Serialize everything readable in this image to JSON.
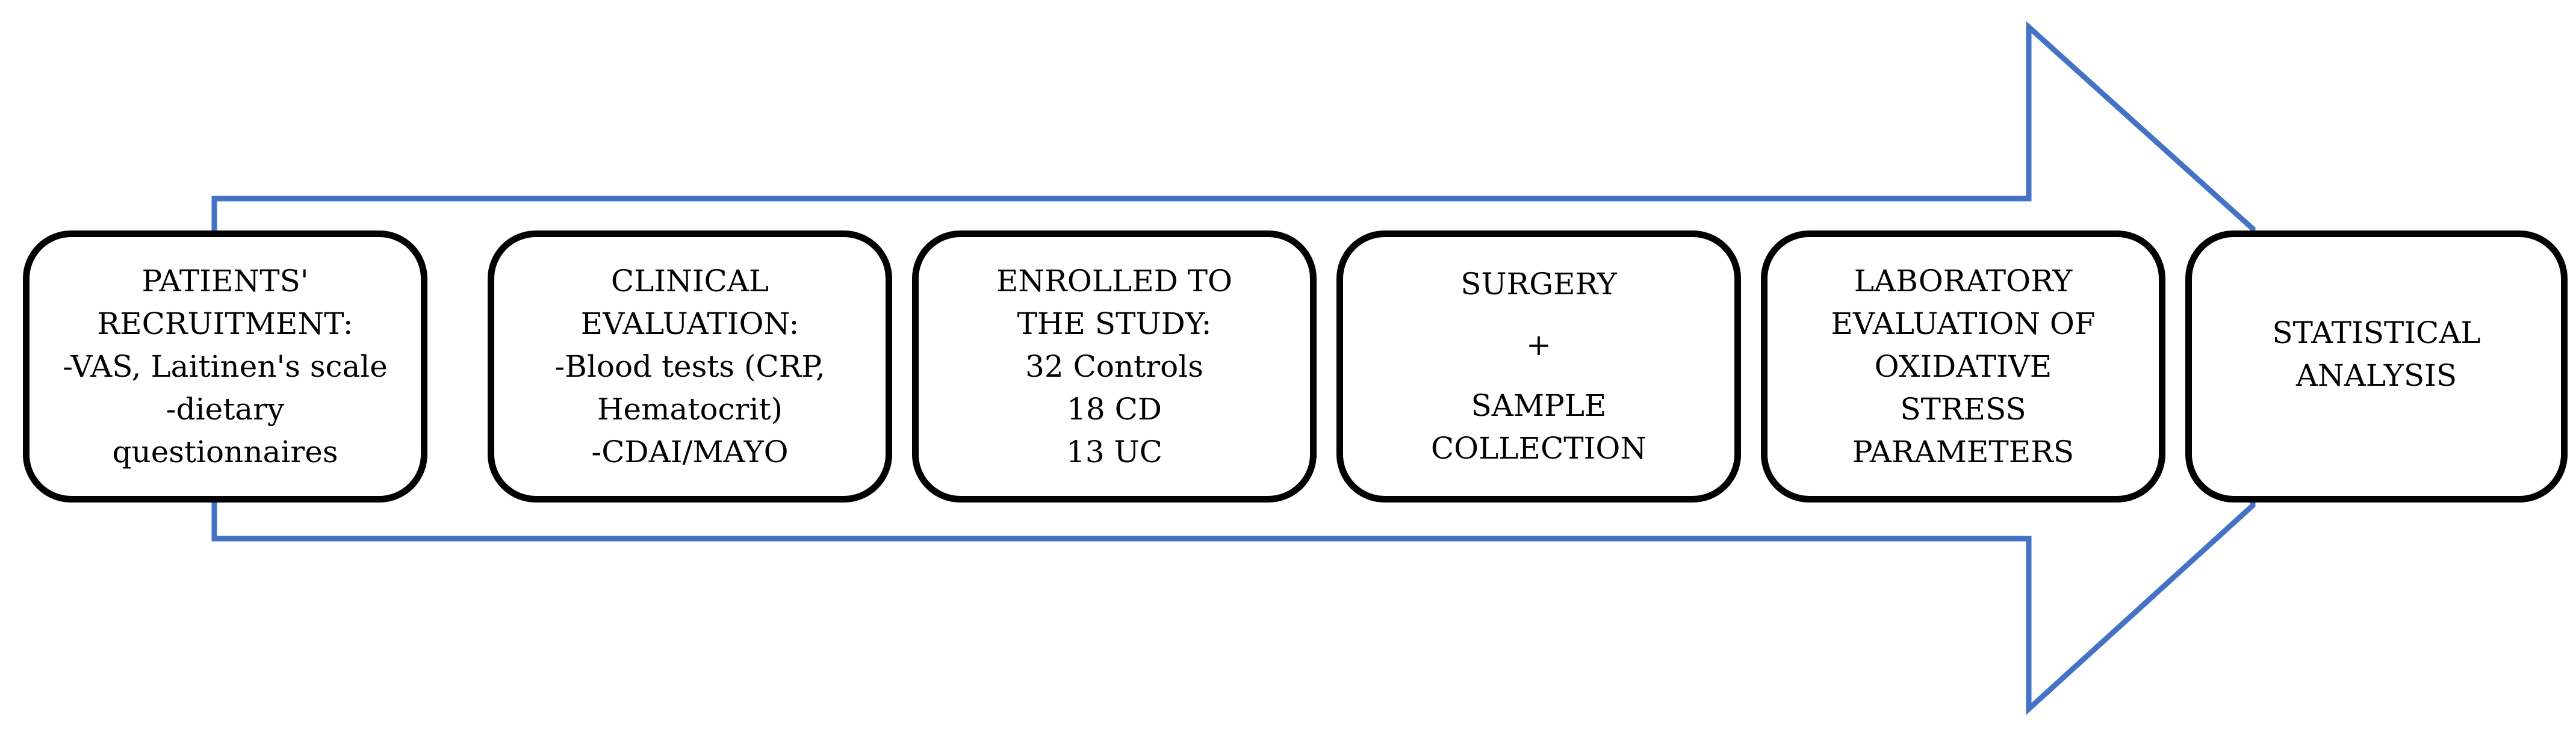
{
  "colors": {
    "arrow_outline": "#4472c4",
    "box_border": "#000000",
    "background": "#ffffff",
    "text": "#000000"
  },
  "arrow": {
    "icon": "right-arrow-outline"
  },
  "steps": [
    {
      "lines": [
        "PATIENTS'",
        "RECRUITMENT:",
        "-VAS, Laitinen's scale",
        "-dietary",
        "questionnaires"
      ]
    },
    {
      "lines": [
        "CLINICAL",
        "EVALUATION:",
        "-Blood tests (CRP,",
        "Hematocrit)",
        "-CDAI/MAYO"
      ]
    },
    {
      "lines": [
        "ENROLLED TO",
        "THE STUDY:",
        "32 Controls",
        "18 CD",
        "13 UC"
      ]
    },
    {
      "lines": [
        "SURGERY",
        "+",
        "SAMPLE",
        "COLLECTION"
      ]
    },
    {
      "lines": [
        "LABORATORY",
        "EVALUATION OF",
        "OXIDATIVE",
        "STRESS",
        "PARAMETERS"
      ]
    },
    {
      "lines": [
        "STATISTICAL",
        "ANALYSIS"
      ]
    }
  ]
}
